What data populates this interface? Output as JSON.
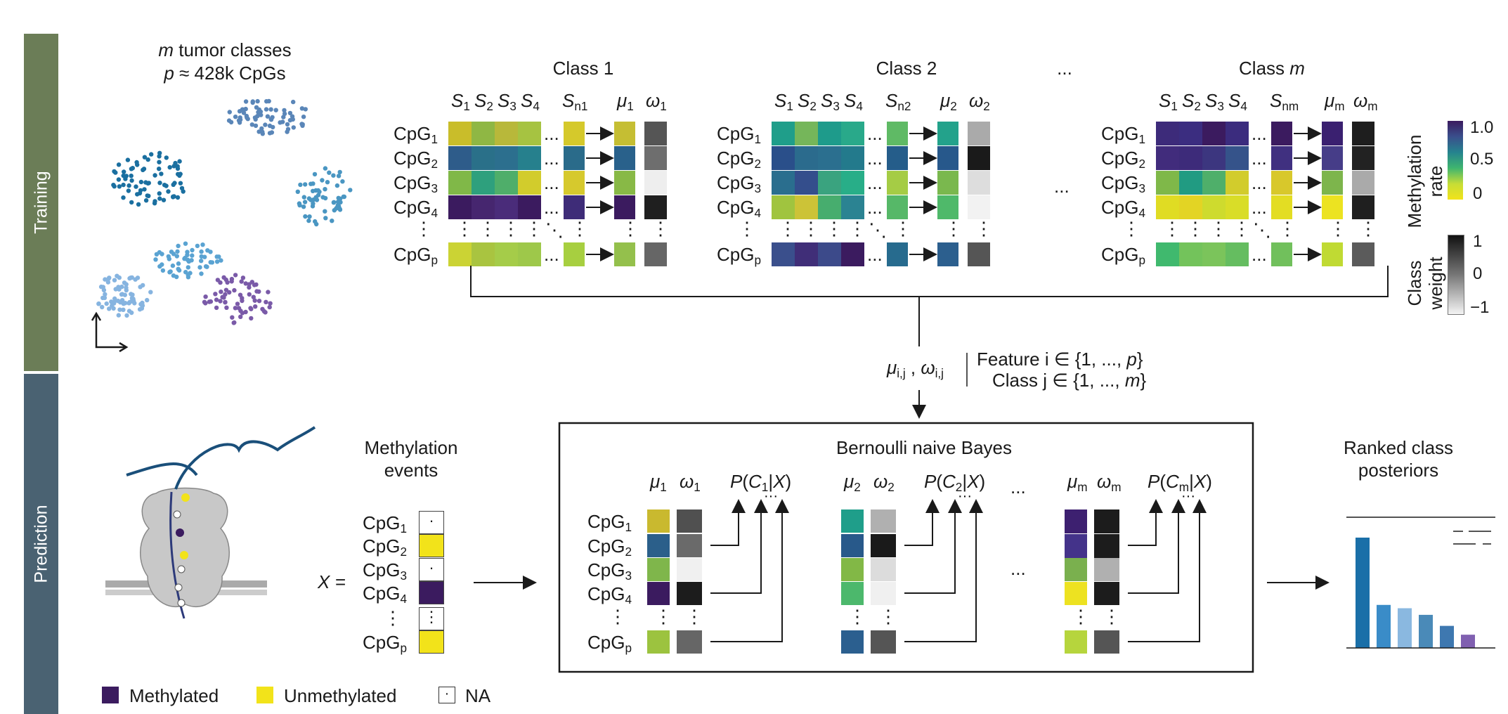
{
  "bands": {
    "training": "Training",
    "prediction": "Prediction"
  },
  "colors": {
    "training_band": "#6b7d57",
    "prediction_band": "#4a6272",
    "methylated": "#3b1b5f",
    "unmethylated": "#f2e31a"
  },
  "scatter": {
    "line1_var": "m",
    "line1_text": " tumor classes",
    "line2_var": "p",
    "line2_text": " ≈ 428k CpGs"
  },
  "classes": [
    {
      "title": "Class 1",
      "samples": [
        "S1",
        "S2",
        "S3",
        "S4",
        "Sn1"
      ],
      "mu": "μ1",
      "omega": "ω1"
    },
    {
      "title": "Class 2",
      "samples": [
        "S1",
        "S2",
        "S3",
        "S4",
        "Sn2"
      ],
      "mu": "μ2",
      "omega": "ω2"
    },
    {
      "title": "Class m",
      "samples": [
        "S1",
        "S2",
        "S3",
        "S4",
        "Snm"
      ],
      "mu": "μm",
      "omega": "ωm"
    }
  ],
  "class_ellipsis": "...",
  "rows": [
    "CpG1",
    "CpG2",
    "CpG3",
    "CpG4",
    "CpGp"
  ],
  "ellipsis": "...",
  "vdots": "⋮",
  "colorbar_rate": {
    "title_line1": "Methylation",
    "title_line2": "rate",
    "ticks": [
      "1.0",
      "0.5",
      "0"
    ]
  },
  "colorbar_weight": {
    "title_line1": "Class",
    "title_line2": "weight",
    "ticks": [
      "1",
      "0",
      "−1"
    ]
  },
  "params": {
    "mu": "μi,j",
    "omega": "ωi,j",
    "feature": "Feature i ∈ {1, ..., p}",
    "class": "Class j ∈ {1, ..., m}"
  },
  "prediction": {
    "events_title_line1": "Methylation",
    "events_title_line2": "events",
    "x_label": "X =",
    "vector_symbols": [
      "·",
      "",
      "·",
      "",
      "⋮",
      ""
    ],
    "nb_title": "Bernoulli naive Bayes",
    "nb_groups": [
      {
        "mu": "μ1",
        "omega": "ω1",
        "posterior": "P(C1|X)"
      },
      {
        "mu": "μ2",
        "omega": "ω2",
        "posterior": "P(C2|X)"
      },
      {
        "mu": "μm",
        "omega": "ωm",
        "posterior": "P(Cm|X)"
      }
    ],
    "ranked_title_line1": "Ranked class",
    "ranked_title_line2": "posteriors",
    "ranked_bars": [
      1.0,
      0.39,
      0.36,
      0.3,
      0.2,
      0.12
    ],
    "ranked_bar_colors": [
      "#1a6fa8",
      "#3a8cc8",
      "#8ab8e0",
      "#4a8ab8",
      "#3e78b0",
      "#8060b0"
    ]
  },
  "legend": {
    "methylated": "Methylated",
    "unmethylated": "Unmethylated",
    "na": "NA"
  }
}
